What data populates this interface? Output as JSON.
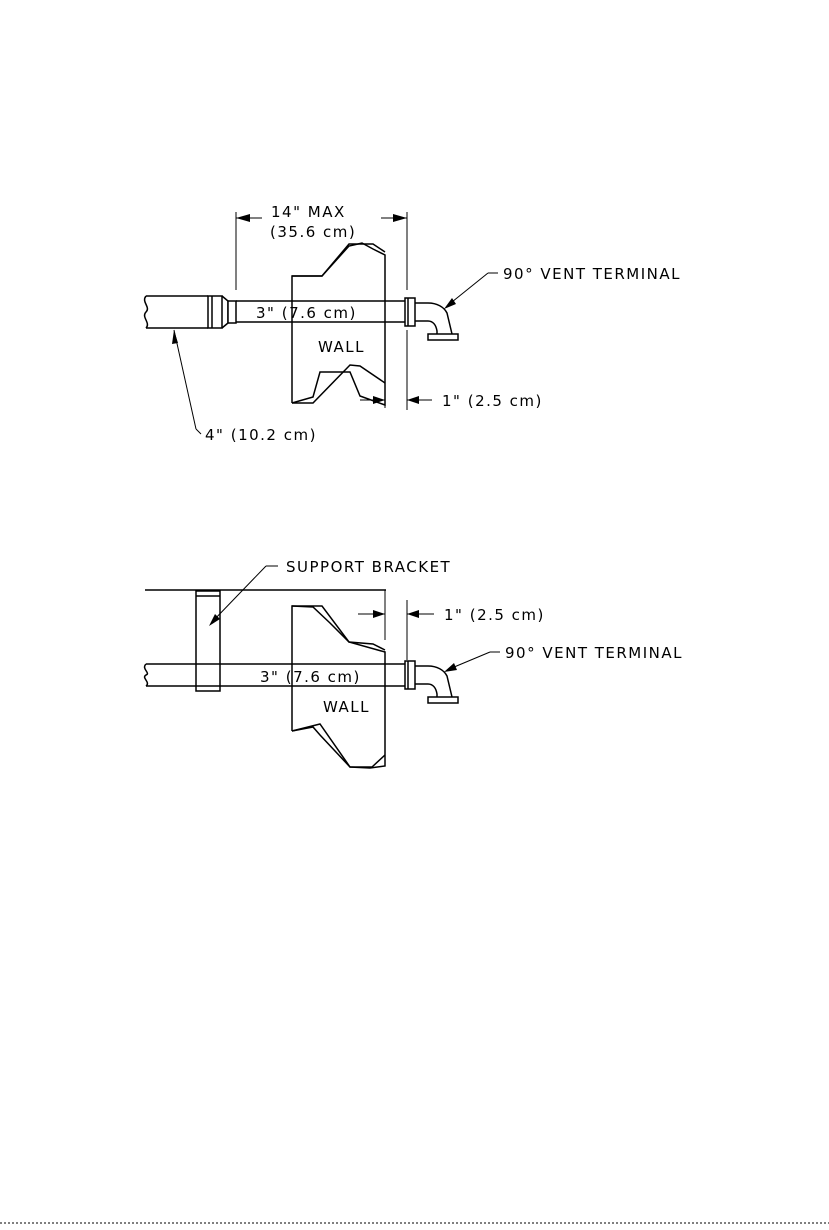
{
  "diagram_top": {
    "dim_max_label": "14\" MAX",
    "dim_max_metric": "(35.6 cm)",
    "pipe_label": "3\" (7.6 cm)",
    "wall_label": "WALL",
    "terminal_label": "90° VENT TERMINAL",
    "clearance_label": "1\" (2.5 cm)",
    "inlet_label": "4\" (10.2 cm)"
  },
  "diagram_bottom": {
    "bracket_label": "SUPPORT BRACKET",
    "clearance_label": "1\" (2.5 cm)",
    "terminal_label": "90° VENT TERMINAL",
    "pipe_label": "3\" (7.6 cm)",
    "wall_label": "WALL"
  }
}
